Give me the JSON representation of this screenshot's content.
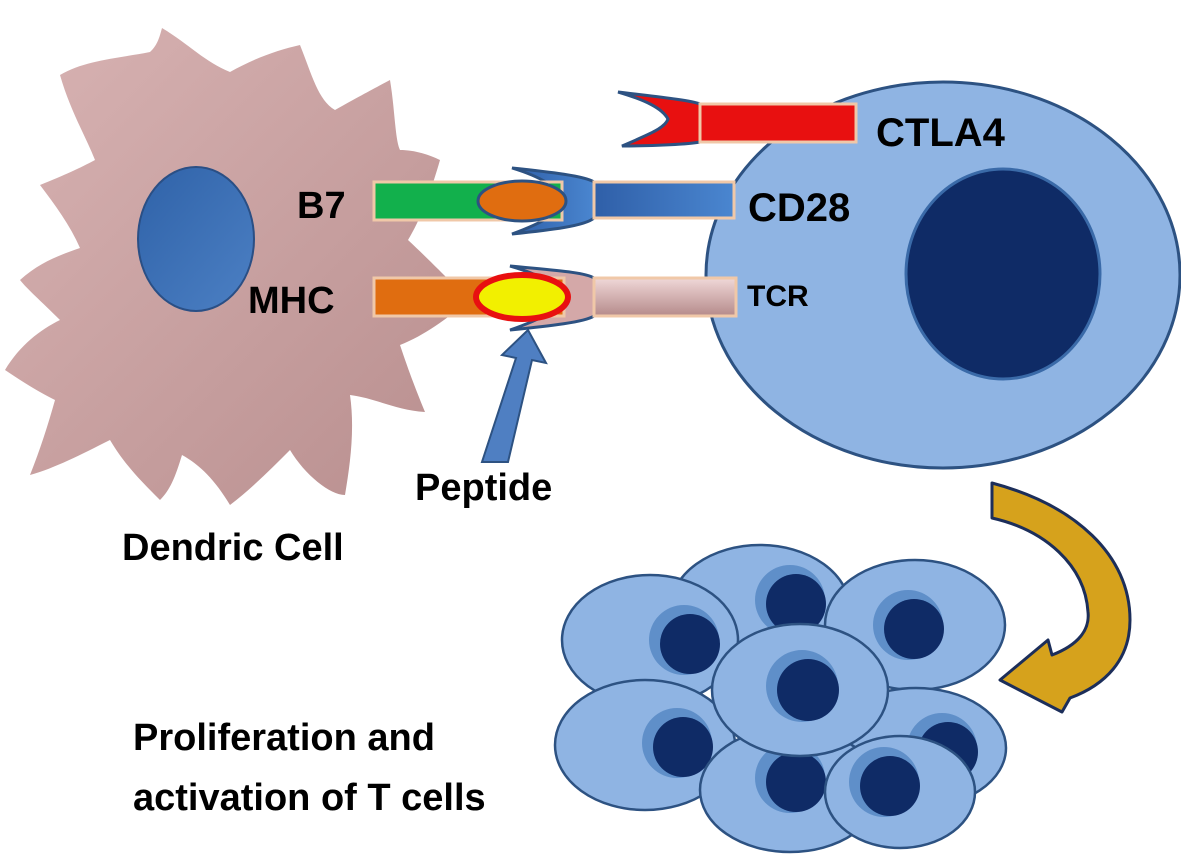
{
  "labels": {
    "ctla4": "CTLA4",
    "b7": "B7",
    "cd28": "CD28",
    "mhc": "MHC",
    "tcr": "TCR",
    "peptide": "Peptide",
    "dendritic_cell": "Dendric Cell",
    "proliferation_line1": "Proliferation and",
    "proliferation_line2": "activation of T cells"
  },
  "colors": {
    "dendritic_cell": "#c49a9a",
    "t_cell": "#8fb4e3",
    "t_cell_nucleus": "#0f2b66",
    "dc_nucleus": "#3c6fb0",
    "ctla4": "#e81010",
    "b7": "#12b04c",
    "cd28": "#3f74c4",
    "mhc": "#e06d10",
    "peptide": "#f2f000",
    "peptide_outline": "#e81010",
    "tcr": "#d4a8a8",
    "arrow_gold": "#d6a21c",
    "peptide_arrow": "#4f7fc2"
  }
}
